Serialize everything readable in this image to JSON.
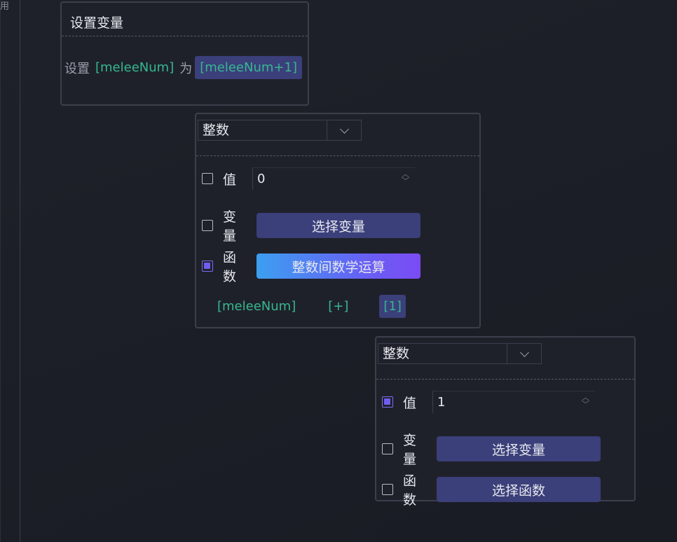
{
  "edge_label": "用",
  "set_variable_block": {
    "title": "设置变量",
    "prefix": "设置",
    "variable": "[meleeNum]",
    "connector": "为",
    "expression": "[meleeNum+1]"
  },
  "int_block_1": {
    "type_label": "整数",
    "value_label": "值",
    "value": "0",
    "value_checked": false,
    "variable_label": "变量",
    "variable_checked": false,
    "variable_button": "选择变量",
    "function_label": "函数",
    "function_checked": true,
    "function_button": "整数间数学运算",
    "args": {
      "left": "[meleeNum]",
      "operator": "[+]",
      "right": "[1]"
    }
  },
  "int_block_2": {
    "type_label": "整数",
    "value_label": "值",
    "value": "1",
    "value_checked": true,
    "variable_label": "变量",
    "variable_checked": false,
    "variable_button": "选择变量",
    "function_label": "函数",
    "function_checked": false,
    "function_button": "选择函数"
  },
  "colors": {
    "accent_teal": "#35b88f",
    "chip_bg": "#3b3f7a",
    "gradient_start": "#3c9ff0",
    "gradient_end": "#7b4cf4",
    "checkbox_checked": "#6d5ef0"
  }
}
